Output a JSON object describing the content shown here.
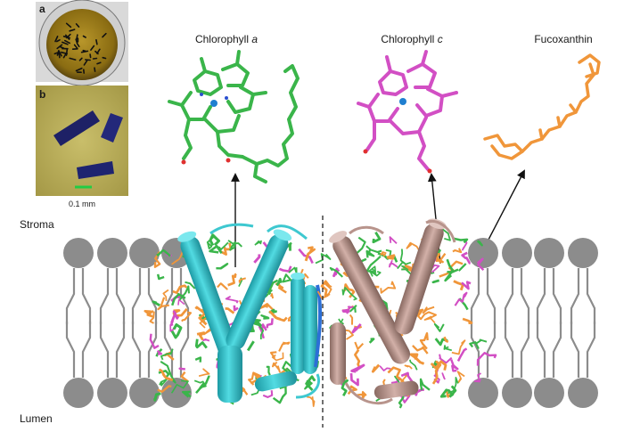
{
  "panel_a": {
    "letter": "a"
  },
  "panel_b": {
    "letter": "b",
    "scale_text": "0.1 mm",
    "scale_color": "#22cc44"
  },
  "molecules": {
    "chlorophyll_a": {
      "name": "Chlorophyll ",
      "italic": "a",
      "color": "#3ab54a"
    },
    "chlorophyll_c": {
      "name": "Chlorophyll ",
      "italic": "c",
      "color": "#d24fc4"
    },
    "fucoxanthin": {
      "name": "Fucoxanthin",
      "color": "#f0963a"
    }
  },
  "membrane": {
    "stroma_label": "Stroma",
    "lumen_label": "Lumen",
    "lipid_color": "#8c8c8c"
  },
  "protein": {
    "left_color": "#3ec8d0",
    "right_color": "#b8948c"
  }
}
